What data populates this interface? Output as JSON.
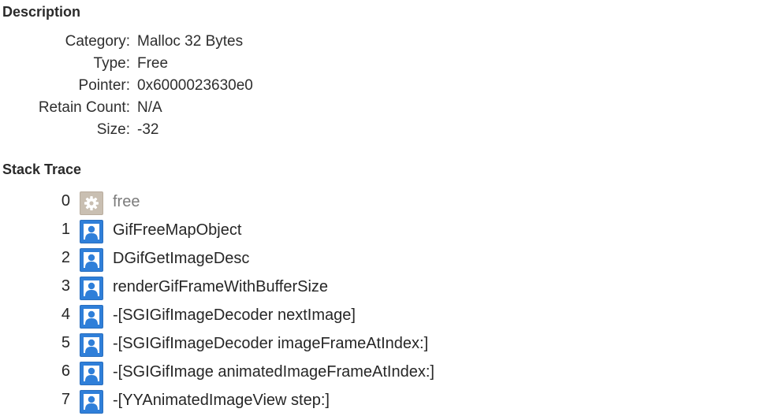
{
  "description": {
    "title": "Description",
    "rows": [
      {
        "key": "Category:",
        "value": "Malloc 32 Bytes"
      },
      {
        "key": "Type:",
        "value": "Free"
      },
      {
        "key": "Pointer:",
        "value": "0x6000023630e0"
      },
      {
        "key": "Retain Count:",
        "value": "N/A"
      },
      {
        "key": "Size:",
        "value": "-32"
      }
    ]
  },
  "stack_trace": {
    "title": "Stack Trace",
    "frames": [
      {
        "index": "0",
        "icon": "gear-icon",
        "kind": "system",
        "name": "free"
      },
      {
        "index": "1",
        "icon": "user-icon",
        "kind": "user",
        "name": "GifFreeMapObject"
      },
      {
        "index": "2",
        "icon": "user-icon",
        "kind": "user",
        "name": "DGifGetImageDesc"
      },
      {
        "index": "3",
        "icon": "user-icon",
        "kind": "user",
        "name": "renderGifFrameWithBufferSize"
      },
      {
        "index": "4",
        "icon": "user-icon",
        "kind": "user",
        "name": "-[SGIGifImageDecoder nextImage]"
      },
      {
        "index": "5",
        "icon": "user-icon",
        "kind": "user",
        "name": "-[SGIGifImageDecoder imageFrameAtIndex:]"
      },
      {
        "index": "6",
        "icon": "user-icon",
        "kind": "user",
        "name": "-[SGIGifImage animatedImageFrameAtIndex:]"
      },
      {
        "index": "7",
        "icon": "user-icon",
        "kind": "user",
        "name": "-[YYAnimatedImageView step:]"
      }
    ]
  },
  "colors": {
    "user_icon": "#2f7fd9",
    "system_icon": "#c9bfb2",
    "dim_text": "#7b7b7b"
  }
}
